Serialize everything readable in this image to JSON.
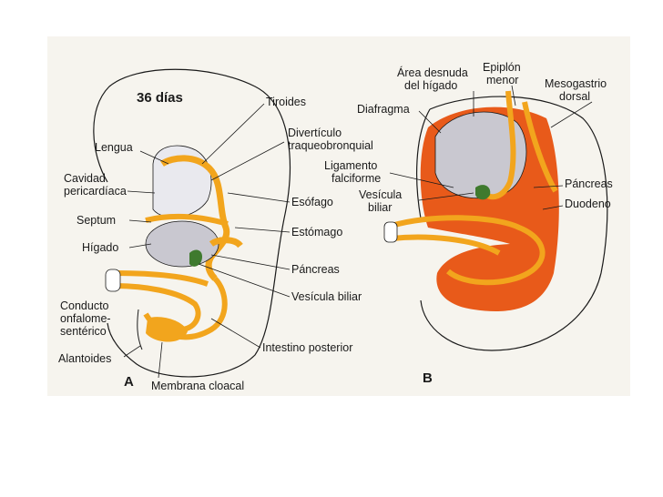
{
  "title": "36 días",
  "title_color": "#e0201a",
  "colors": {
    "organ": "#f2a51d",
    "mesentery": "#e85a1a",
    "liver": "#c9c8d0",
    "gall": "#3f7a2e",
    "line": "#1a1a1a"
  },
  "panel_a": {
    "letter": "A",
    "labels": {
      "tiroides": "Tiroides",
      "diverticulo_1": "Divertículo",
      "diverticulo_2": "traqueobronquial",
      "lengua": "Lengua",
      "cavidad_1": "Cavidad",
      "cavidad_2": "pericardíaca",
      "esofago": "Esófago",
      "septum": "Septum",
      "estomago": "Estómago",
      "higado": "Hígado",
      "pancreas": "Páncreas",
      "conducto_1": "Conducto",
      "conducto_2": "onfalome-",
      "conducto_3": "sentérico",
      "vesicula": "Vesícula biliar",
      "intestino": "Intestino posterior",
      "alantoides": "Alantoides",
      "membrana": "Membrana cloacal"
    }
  },
  "panel_b": {
    "letter": "B",
    "labels": {
      "area_1": "Área desnuda",
      "area_2": "del hígado",
      "epiplon_1": "Epiplón",
      "epiplon_2": "menor",
      "meso_1": "Mesogastrio",
      "meso_2": "dorsal",
      "diafragma": "Diafragma",
      "ligamento_1": "Ligamento",
      "ligamento_2": "falciforme",
      "pancreas": "Páncreas",
      "vesicula_1": "Vesícula",
      "vesicula_2": "biliar",
      "duodeno": "Duodeno"
    }
  }
}
